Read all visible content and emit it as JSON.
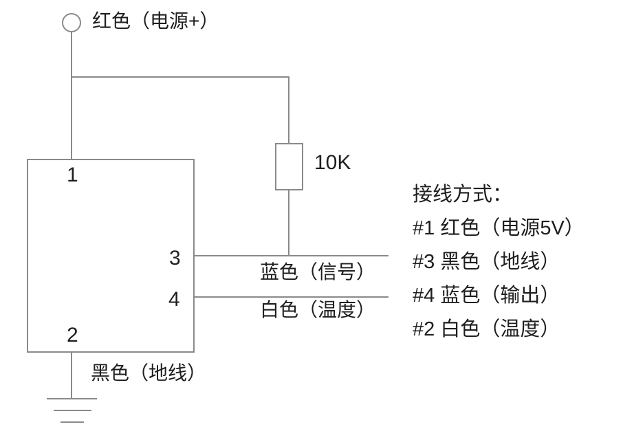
{
  "colors": {
    "wire": "#8a8a8a",
    "text": "#1e1e1e",
    "background": "#ffffff"
  },
  "diagram": {
    "power_terminal_label": "红色（电源+）",
    "resistor_value": "10K",
    "pin_labels": {
      "pin1": "1",
      "pin2": "2",
      "pin3": "3",
      "pin4": "4"
    },
    "wire_labels": {
      "signal": "蓝色（信号）",
      "temperature": "白色（温度）",
      "ground": "黑色（地线）"
    }
  },
  "legend": {
    "title": "接线方式：",
    "items": [
      "#1 红色（电源5V）",
      "#3 黑色（地线）",
      "#4 蓝色（输出）",
      "#2 白色（温度）"
    ]
  }
}
